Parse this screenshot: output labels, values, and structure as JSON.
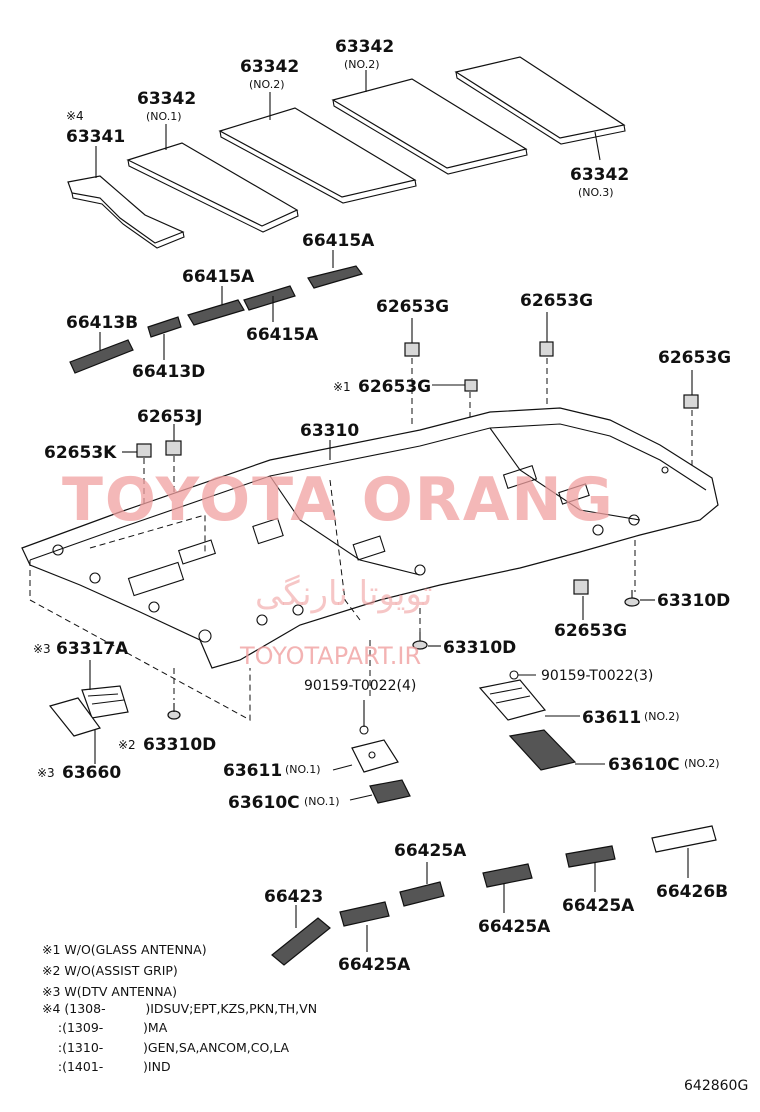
{
  "parts": {
    "p63341": "63341",
    "p63342": "63342",
    "p66415A": "66415A",
    "p66413B": "66413B",
    "p66413D": "66413D",
    "p62653G": "62653G",
    "p62653J": "62653J",
    "p62653K": "62653K",
    "p63310": "63310",
    "p63310D": "63310D",
    "p63317A": "63317A",
    "p63660": "63660",
    "p90159_4": "90159-T0022(4)",
    "p90159_3": "90159-T0022(3)",
    "p63611": "63611",
    "p63610C": "63610C",
    "p66425A": "66425A",
    "p66423": "66423",
    "p66426B": "66426B"
  },
  "sublabels": {
    "no1": "(NO.1)",
    "no2": "(NO.2)",
    "no3": "(NO.3)"
  },
  "marks": {
    "m1": "※1",
    "m2": "※2",
    "m3": "※3",
    "m4": "※4"
  },
  "notes": [
    "※1 W/O(GLASS ANTENNA)",
    "※2 W/O(ASSIST GRIP)",
    "※3 W(DTV ANTENNA)",
    "※4 (1308-          )IDSUV;EPT,KZS,PKN,TH,VN",
    "    :(1309-          )MA",
    "    :(1310-          )GEN,SA,ANCOM,CO,LA",
    "    :(1401-          )IND"
  ],
  "diagram_code": "642860G",
  "watermark": {
    "brand": "TOYOTA ORANG",
    "url": "TOYOTAPART.IR",
    "persian": "تویوتا نارنگی"
  }
}
